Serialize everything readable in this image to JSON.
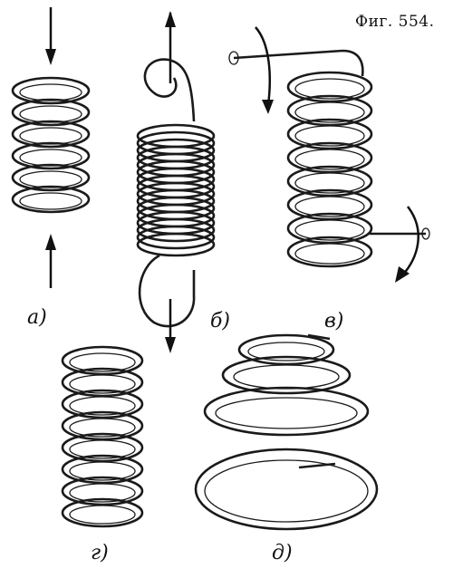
{
  "figure": {
    "title": "Фиг. 554."
  },
  "labels": {
    "a": "а)",
    "b": "б)",
    "v": "в)",
    "g": "г)",
    "d": "д)"
  }
}
